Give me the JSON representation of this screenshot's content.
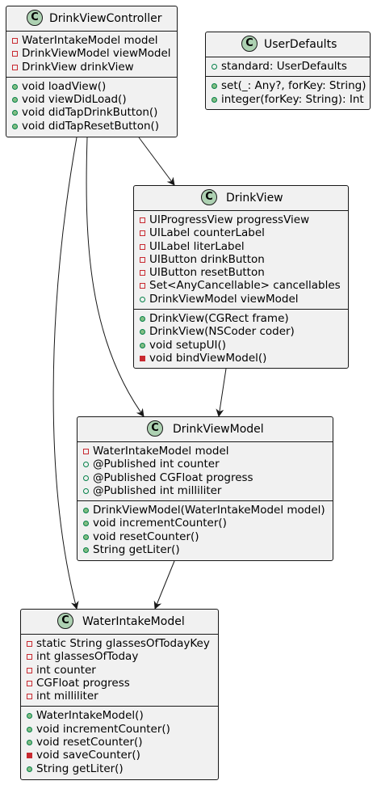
{
  "classes": {
    "drink_view_controller": {
      "icon": "C",
      "name": "DrinkViewController",
      "fields": [
        {
          "vis": "private",
          "text": "WaterIntakeModel model"
        },
        {
          "vis": "private",
          "text": "DrinkViewModel viewModel"
        },
        {
          "vis": "private",
          "text": "DrinkView drinkView"
        }
      ],
      "methods": [
        {
          "vis": "public",
          "text": "void loadView()"
        },
        {
          "vis": "public",
          "text": "void viewDidLoad()"
        },
        {
          "vis": "public",
          "text": "void didTapDrinkButton()"
        },
        {
          "vis": "public",
          "text": "void didTapResetButton()"
        }
      ]
    },
    "user_defaults": {
      "icon": "C",
      "name": "UserDefaults",
      "fields": [
        {
          "vis": "public-open",
          "text": "standard: UserDefaults"
        }
      ],
      "methods": [
        {
          "vis": "public",
          "text": "set(_: Any?, forKey: String)"
        },
        {
          "vis": "public",
          "text": "integer(forKey: String): Int"
        }
      ]
    },
    "drink_view": {
      "icon": "C",
      "name": "DrinkView",
      "fields": [
        {
          "vis": "private",
          "text": "UIProgressView progressView"
        },
        {
          "vis": "private",
          "text": "UILabel counterLabel"
        },
        {
          "vis": "private",
          "text": "UILabel literLabel"
        },
        {
          "vis": "private",
          "text": "UIButton drinkButton"
        },
        {
          "vis": "private",
          "text": "UIButton resetButton"
        },
        {
          "vis": "private",
          "text": "Set<AnyCancellable> cancellables"
        },
        {
          "vis": "public-open",
          "text": "DrinkViewModel viewModel"
        }
      ],
      "methods": [
        {
          "vis": "public",
          "text": "DrinkView(CGRect frame)"
        },
        {
          "vis": "public",
          "text": "DrinkView(NSCoder coder)"
        },
        {
          "vis": "public",
          "text": "void setupUI()"
        },
        {
          "vis": "private-method",
          "text": "void bindViewModel()"
        }
      ]
    },
    "drink_view_model": {
      "icon": "C",
      "name": "DrinkViewModel",
      "fields": [
        {
          "vis": "private",
          "text": "WaterIntakeModel model"
        },
        {
          "vis": "public-open",
          "text": "@Published int counter"
        },
        {
          "vis": "public-open",
          "text": "@Published CGFloat progress"
        },
        {
          "vis": "public-open",
          "text": "@Published int milliliter"
        }
      ],
      "methods": [
        {
          "vis": "public",
          "text": "DrinkViewModel(WaterIntakeModel model)"
        },
        {
          "vis": "public",
          "text": "void incrementCounter()"
        },
        {
          "vis": "public",
          "text": "void resetCounter()"
        },
        {
          "vis": "public",
          "text": "String getLiter()"
        }
      ]
    },
    "water_intake_model": {
      "icon": "C",
      "name": "WaterIntakeModel",
      "fields": [
        {
          "vis": "private",
          "text": "static String glassesOfTodayKey"
        },
        {
          "vis": "private",
          "text": "int glassesOfToday"
        },
        {
          "vis": "private",
          "text": "int counter"
        },
        {
          "vis": "private",
          "text": "CGFloat progress"
        },
        {
          "vis": "private",
          "text": "int milliliter"
        }
      ],
      "methods": [
        {
          "vis": "public",
          "text": "WaterIntakeModel()"
        },
        {
          "vis": "public",
          "text": "void incrementCounter()"
        },
        {
          "vis": "public",
          "text": "void resetCounter()"
        },
        {
          "vis": "private-method",
          "text": "void saveCounter()"
        },
        {
          "vis": "public",
          "text": "String getLiter()"
        }
      ]
    }
  },
  "relations": [
    {
      "from": "DrinkViewController",
      "to": "DrinkView"
    },
    {
      "from": "DrinkViewController",
      "to": "DrinkViewModel"
    },
    {
      "from": "DrinkViewController",
      "to": "WaterIntakeModel"
    },
    {
      "from": "DrinkView",
      "to": "DrinkViewModel"
    },
    {
      "from": "DrinkViewModel",
      "to": "WaterIntakeModel"
    }
  ],
  "colors": {
    "class_fill": "#f1f1f1",
    "border": "#181818",
    "class_icon": "#add1b2",
    "public_marker": "#84be84",
    "private_marker": "#c82930"
  }
}
